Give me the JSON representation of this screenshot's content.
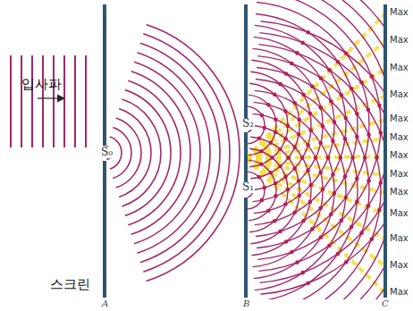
{
  "diagram": {
    "labels": [
      "입사파",
      "스크린",
      "A",
      "B",
      "C",
      "S₀",
      "S₂",
      "S₁",
      "Max",
      "Max",
      "Max",
      "Max",
      "Max",
      "Max",
      "Max",
      "Max",
      "Max",
      "Max",
      "Max",
      "Max",
      "Max"
    ]
  }
}
